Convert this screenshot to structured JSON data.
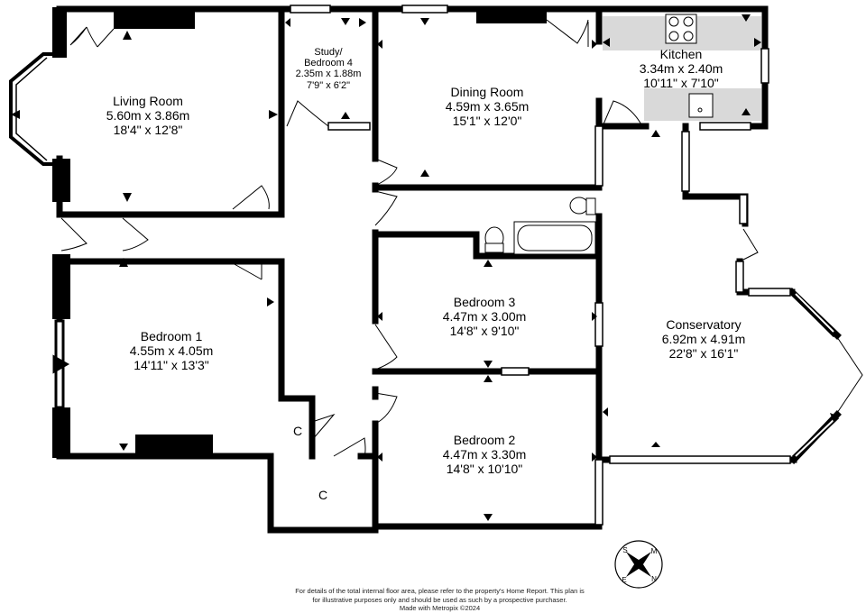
{
  "rooms": {
    "living": {
      "name": "Living Room",
      "metric": "5.60m  x 3.86m",
      "imperial": "18'4\"  x 12'8\""
    },
    "study": {
      "name1": "Study/",
      "name2": "Bedroom 4",
      "metric": "2.35m  x 1.88m",
      "imperial": "7'9\"  x 6'2\""
    },
    "dining": {
      "name": "Dining Room",
      "metric": "4.59m  x 3.65m",
      "imperial": "15'1\"  x 12'0\""
    },
    "kitchen": {
      "name": "Kitchen",
      "metric": "3.34m  x 2.40m",
      "imperial": "10'11\"  x 7'10\""
    },
    "bedroom1": {
      "name": "Bedroom 1",
      "metric": "4.55m  x 4.05m",
      "imperial": "14'11\"  x 13'3\""
    },
    "bedroom3": {
      "name": "Bedroom 3",
      "metric": "4.47m  x 3.00m",
      "imperial": "14'8\"  x 9'10\""
    },
    "bedroom2": {
      "name": "Bedroom 2",
      "metric": "4.47m  x 3.30m",
      "imperial": "14'8\"  x 10'10\""
    },
    "conservatory": {
      "name": "Conservatory",
      "metric": "6.92m  x 4.91m",
      "imperial": "22'8\"  x 16'1\""
    },
    "cupboard1": {
      "label": "C"
    },
    "cupboard2": {
      "label": "C"
    }
  },
  "compass": {
    "letters": [
      "S",
      "M",
      "N",
      "E"
    ]
  },
  "footer": {
    "line1": "For details of the total internal floor area, please refer to the property's Home Report. This plan is",
    "line2": "for illustrative purposes only and should be used as such by a prospective purchaser.",
    "line3": "Made with Metropix ©2024"
  },
  "colors": {
    "wall": "#000000",
    "fixture_fill": "#d9d9d9",
    "window": "#ffffff"
  }
}
